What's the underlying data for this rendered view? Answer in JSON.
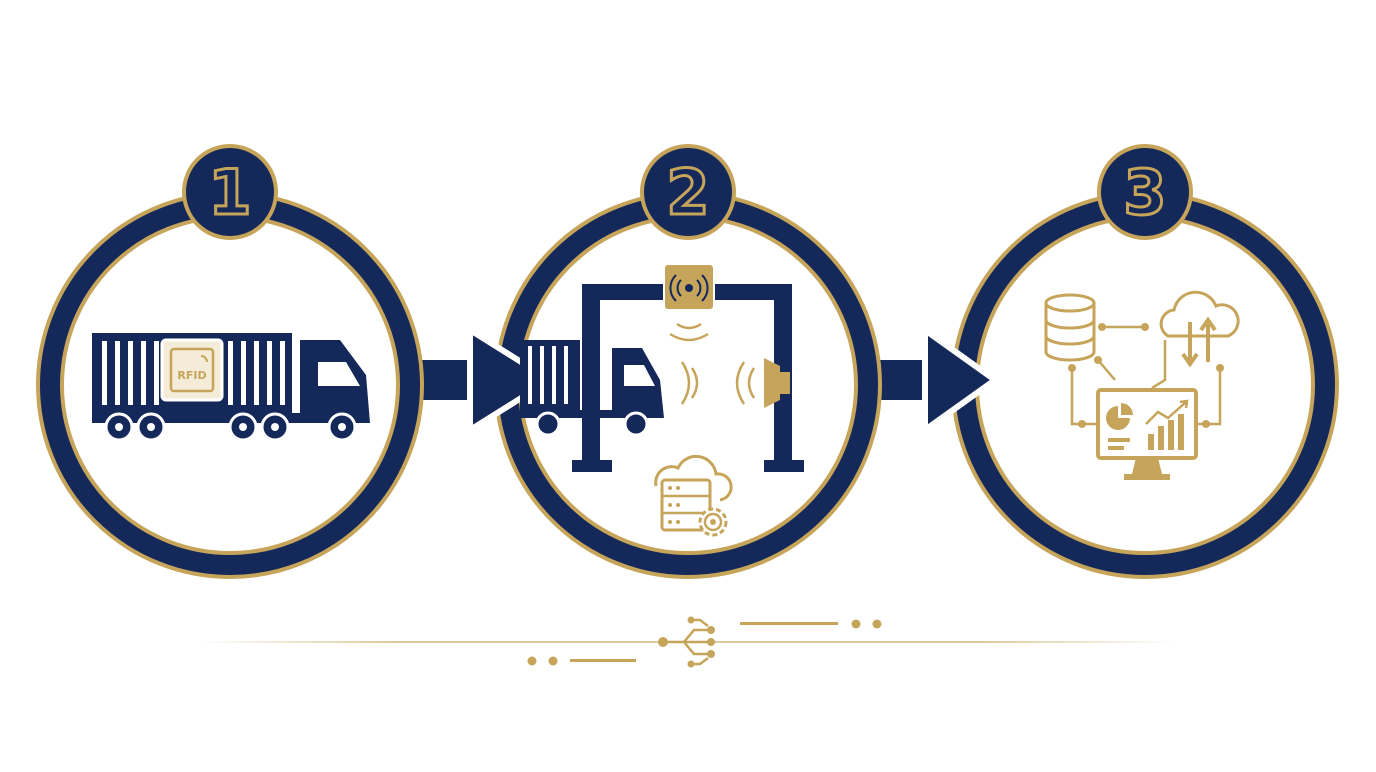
{
  "colors": {
    "navy": "#14285a",
    "gold": "#c6a55a",
    "background": "#ffffff"
  },
  "steps": [
    {
      "number": "1",
      "icon": "container-truck-with-rfid-tag-icon",
      "tag_label": "RFID"
    },
    {
      "number": "2",
      "icon": "rfid-gate-reader-icon"
    },
    {
      "number": "3",
      "icon": "data-analytics-cloud-icon"
    }
  ],
  "connectors": [
    "arrow-right-icon",
    "arrow-right-icon"
  ],
  "footer_icon": "circuit-network-icon"
}
